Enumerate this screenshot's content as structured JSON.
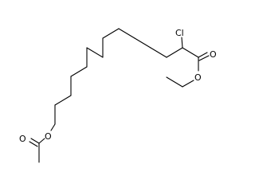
{
  "molecule": {
    "atom_labels": [
      {
        "id": "cl",
        "text": "Cl"
      },
      {
        "id": "o_carbonyl",
        "text": "O"
      },
      {
        "id": "o_ester",
        "text": "O"
      },
      {
        "id": "o_acetyl_ester",
        "text": "O"
      },
      {
        "id": "o_acetyl_carbonyl",
        "text": "O"
      }
    ]
  }
}
